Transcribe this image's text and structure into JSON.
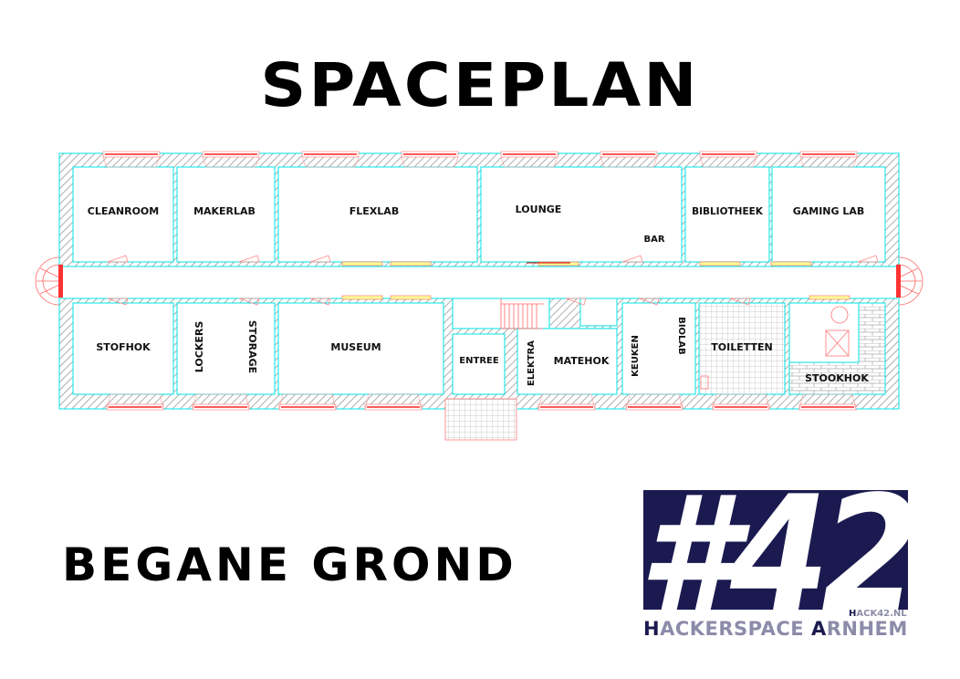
{
  "title": "SPACEPLAN",
  "floor": "BEGANE GROND",
  "rooms": {
    "cleanroom": "CLEANROOM",
    "makerlab": "MAKERLAB",
    "flexlab": "FLEXLAB",
    "lounge": "LOUNGE",
    "bar": "BAR",
    "bibliotheek": "BIBLIOTHEEK",
    "gaming": "GAMING LAB",
    "stofhok": "STOFHOK",
    "lockers": "LOCKERS",
    "storage": "STORAGE",
    "museum": "MUSEUM",
    "entree": "ENTREE",
    "elektra": "ELEKTRA",
    "matehok": "MATEHOK",
    "keuken": "KEUKEN",
    "biolab": "BIOLAB",
    "toiletten": "TOILETTEN",
    "stookhok": "STOOKHOK"
  },
  "logo": {
    "mark": "#42",
    "url_first": "H",
    "url_rest": "ACK42.NL",
    "sub_h": "H",
    "sub_1": "ACKERSPACE ",
    "sub_a": "A",
    "sub_2": "RNHEM"
  },
  "colors": {
    "navy": "#1b1a50",
    "gray": "#8c8ba9",
    "wall": "#00e5e5",
    "window": "#ff3333"
  }
}
